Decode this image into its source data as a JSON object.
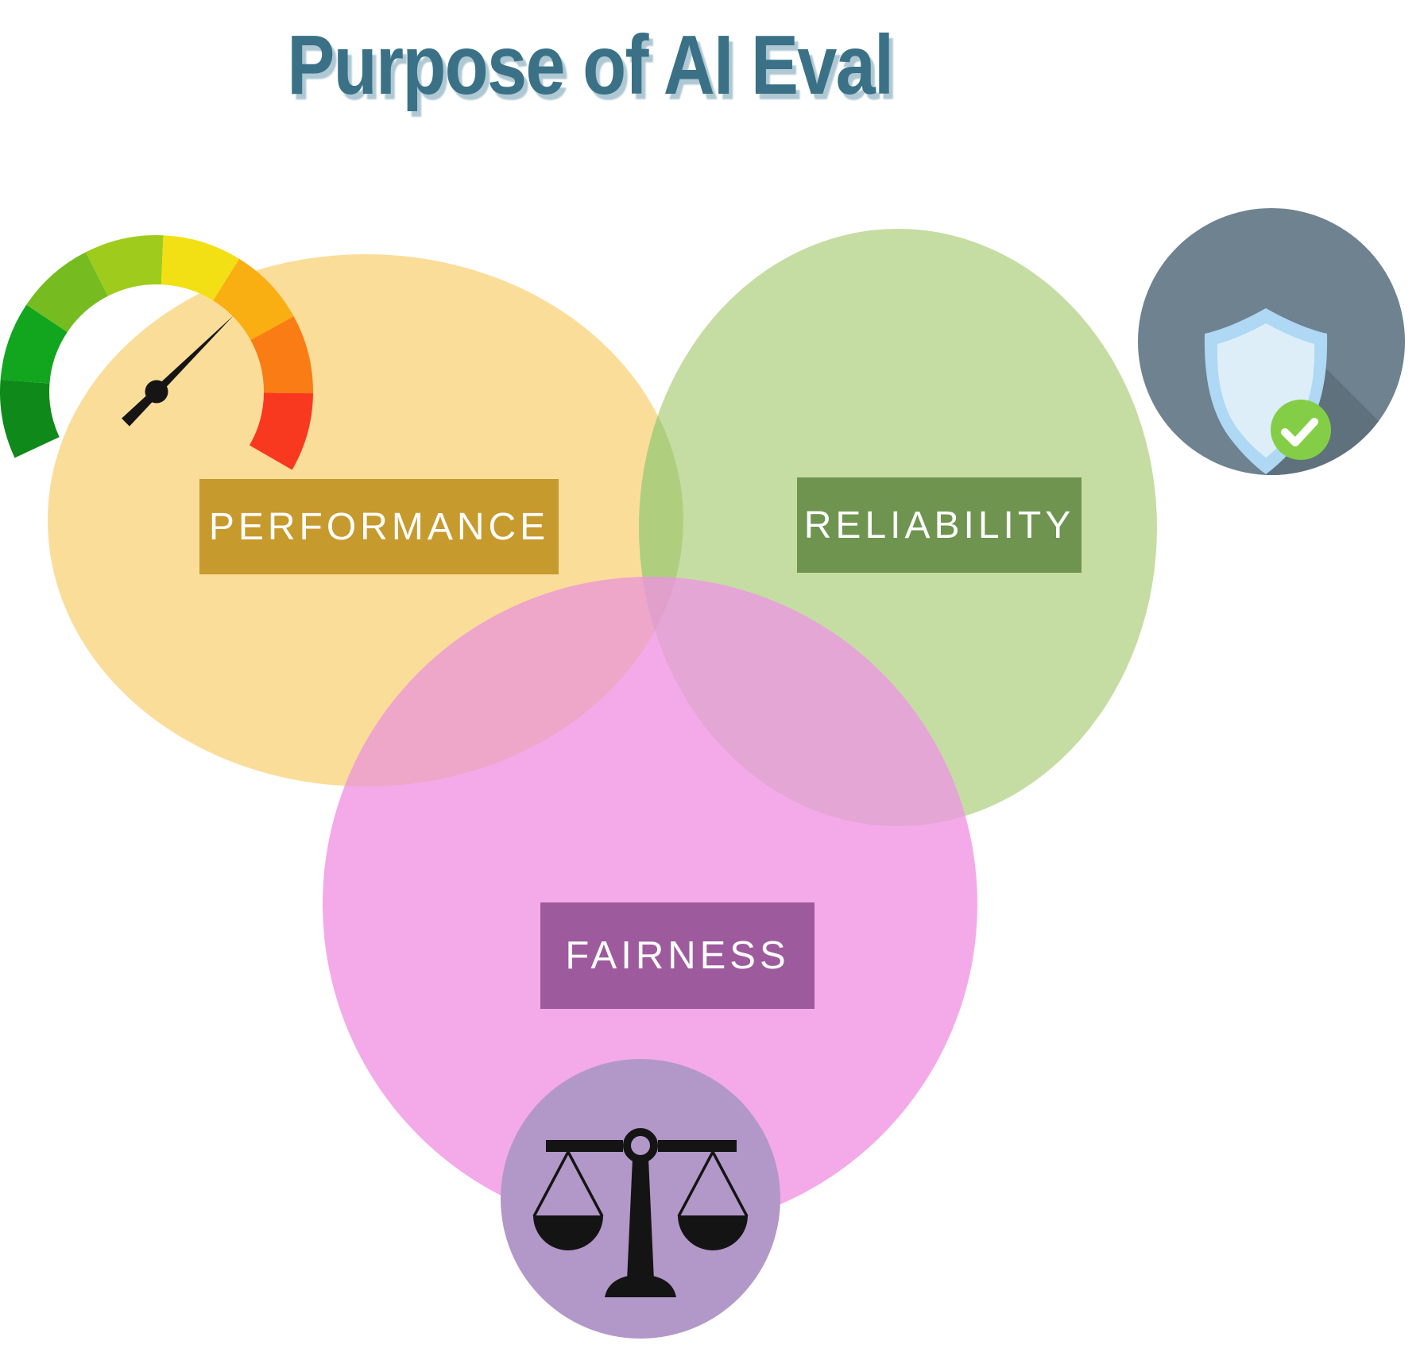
{
  "title": {
    "text": "Purpose of AI Eval",
    "color": "#3A7186",
    "shadow_color": "#AFC8D3"
  },
  "background_color": "#FFFFFF",
  "venn": {
    "circles": [
      {
        "label": "PERFORMANCE",
        "circle_color": "#FBDD9A",
        "label_bg": "#C79A2E",
        "label_text_color": "#FFFFFF"
      },
      {
        "label": "RELIABILITY",
        "circle_color": "#C5DDA2",
        "label_bg": "#6F9450",
        "label_text_color": "#FFFFFF"
      },
      {
        "label": "FAIRNESS",
        "circle_color": "#F4AAE8",
        "label_bg": "#9D5B9D",
        "label_text_color": "#FFFFFF"
      }
    ],
    "overlap_colors": {
      "performance_reliability": "#AFCF7F",
      "performance_fairness": "#EEA6C9",
      "reliability_fairness": "#E4A6D4",
      "center": "#E0A0CB"
    }
  },
  "icons": {
    "gauge": {
      "name": "speedometer-gauge-icon",
      "segment_colors": [
        "#0F8A1A",
        "#12A51E",
        "#76BC20",
        "#9FCB1D",
        "#F2E015",
        "#F9AE12",
        "#F97D14",
        "#F9391F"
      ],
      "needle_color": "#151515"
    },
    "shield": {
      "name": "security-shield-check-icon",
      "circle_bg": "#6E8290",
      "shadow_color": "#5E717C",
      "shield_outer": "#AED8F4",
      "shield_inner": "#DDEEF9",
      "badge_color": "#84CE47",
      "check_color": "#FFFFFF"
    },
    "scales": {
      "name": "balance-scales-icon",
      "circle_bg": "#B298C8",
      "glyph_color": "#141414"
    }
  }
}
